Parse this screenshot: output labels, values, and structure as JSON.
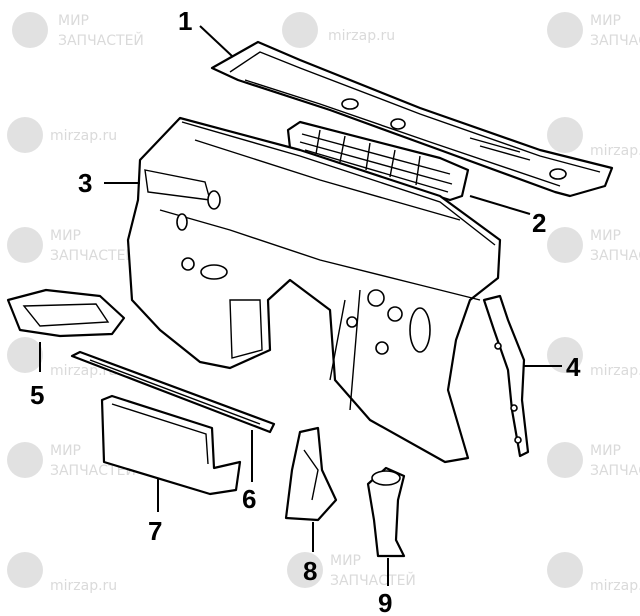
{
  "watermark": {
    "brand_ru": "МИР",
    "brand_ru_2": "ЗАПЧАСТЕЙ",
    "site": "mirzap.ru",
    "icon": "pin-logo-icon"
  },
  "callouts": [
    {
      "id": 1,
      "label": "1"
    },
    {
      "id": 2,
      "label": "2"
    },
    {
      "id": 3,
      "label": "3"
    },
    {
      "id": 4,
      "label": "4"
    },
    {
      "id": 5,
      "label": "5"
    },
    {
      "id": 6,
      "label": "6"
    },
    {
      "id": 7,
      "label": "7"
    },
    {
      "id": 8,
      "label": "8"
    },
    {
      "id": 9,
      "label": "9"
    }
  ],
  "colors": {
    "line": "#000000",
    "watermark": "#c9c9c9",
    "background": "#ffffff"
  }
}
